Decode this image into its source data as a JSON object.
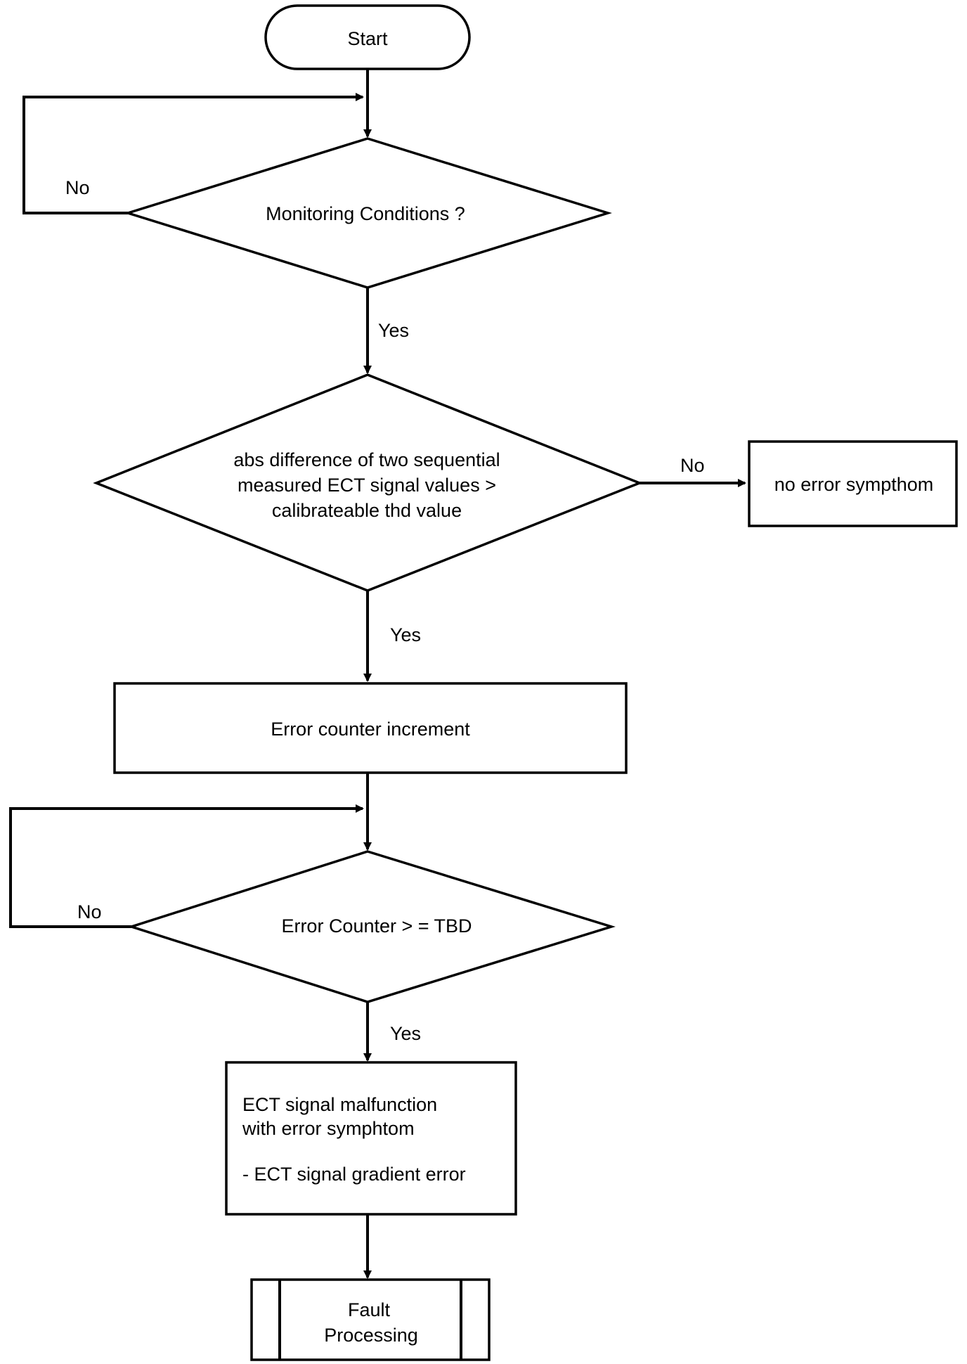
{
  "nodes": {
    "start": {
      "label": "Start"
    },
    "monitoring": {
      "label": "Monitoring Conditions ?"
    },
    "abs_check": {
      "lines": [
        "abs difference of two sequential",
        "measured ECT signal values >",
        "calibrateable thd value"
      ]
    },
    "no_error": {
      "label": "no error sympthom"
    },
    "error_increment": {
      "label": "Error counter increment"
    },
    "counter_check": {
      "label": "Error Counter > = TBD"
    },
    "malfunction": {
      "lines": [
        "ECT signal malfunction",
        "with error symphtom",
        "- ECT signal gradient error"
      ]
    },
    "fault": {
      "lines": [
        "Fault",
        "Processing"
      ]
    }
  },
  "edge_labels": {
    "monitoring_no": "No",
    "monitoring_yes": "Yes",
    "abs_no": "No",
    "abs_yes": "Yes",
    "counter_no": "No",
    "counter_yes": "Yes"
  }
}
